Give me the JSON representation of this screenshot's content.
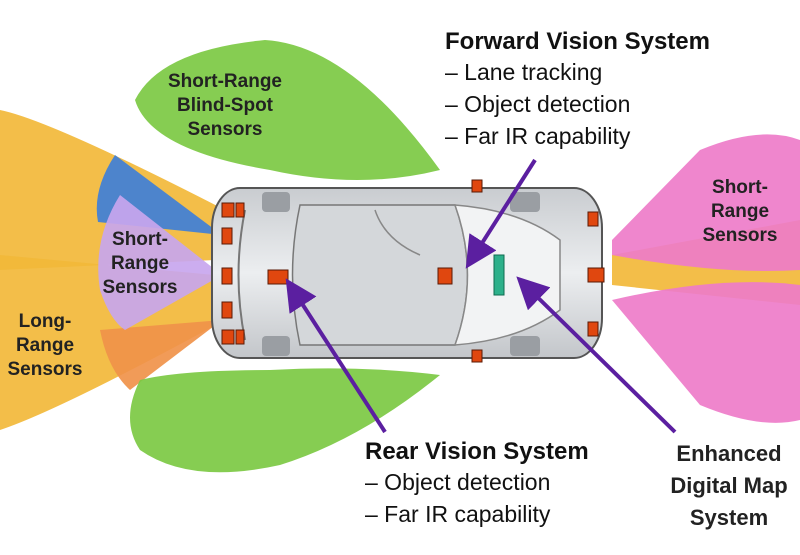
{
  "colors": {
    "long_range": "#f2b83a",
    "blind_spot": "#7cc943",
    "side_blue": "#3f7fd8",
    "side_lavender": "#c8a6ee",
    "side_orange": "#f0924a",
    "front_pink": "#ee7cc9",
    "arrow": "#5b1fa0",
    "sensor": "#e0470f",
    "map_unit": "#2db08a"
  },
  "labels": {
    "blind_spot": [
      "Short-Range",
      "Blind-Spot",
      "Sensors"
    ],
    "left_short": [
      "Short-",
      "Range",
      "Sensors"
    ],
    "long_range": [
      "Long-",
      "Range",
      "Sensors"
    ],
    "right_short": [
      "Short-",
      "Range",
      "Sensors"
    ],
    "enhanced": [
      "Enhanced",
      "Digital Map",
      "System"
    ]
  },
  "forward_vision": {
    "title": "Forward Vision System",
    "items": [
      "– Lane tracking",
      "– Object detection",
      "– Far IR capability"
    ]
  },
  "rear_vision": {
    "title": "Rear Vision System",
    "items": [
      "– Object detection",
      "– Far IR capability"
    ]
  }
}
